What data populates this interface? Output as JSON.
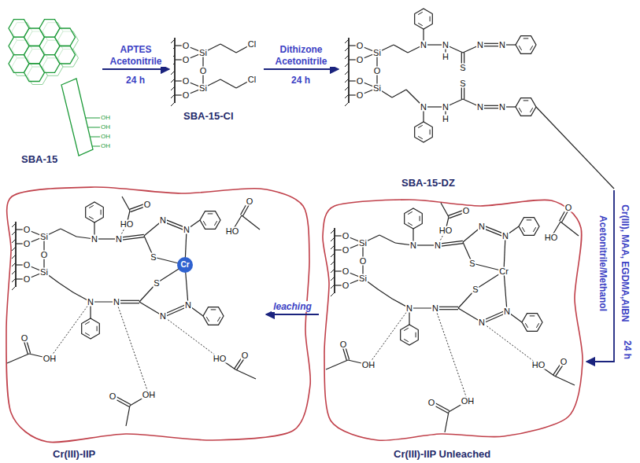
{
  "diagram": {
    "nodes": [
      {
        "text": [
          "SBA-15"
        ]
      },
      {
        "text": [
          "SBA-15-Cl"
        ]
      },
      {
        "text": [
          "SBA-15-DZ"
        ]
      },
      {
        "text": [
          "Cr(III)-IIP"
        ]
      },
      {
        "text": [
          "Cr(III)-IIP Unleached"
        ]
      }
    ],
    "edges": [
      {
        "from": 0,
        "to": 1,
        "arrow": "to",
        "label": "APTES Acetonitrile"
      },
      {
        "from": 1,
        "to": 2,
        "arrow": "to",
        "label": "Dithizone Acetonitrile"
      },
      {
        "from": 2,
        "to": 4,
        "arrow": "to",
        "label": "Cr(III), MAA, EGDMA,AIBN Acetonitrile/Methanol"
      },
      {
        "from": 4,
        "to": 3,
        "arrow": "to",
        "label": "leaching"
      }
    ],
    "labels": [
      "OH",
      "OH",
      "OH",
      "OH",
      "24 h",
      "O",
      "O",
      "O",
      "O",
      "Si",
      "O",
      "Si",
      "Cl",
      "Cl",
      "24 h",
      "O",
      "O",
      "O",
      "O",
      "Si",
      "O",
      "Si",
      "N",
      "N",
      "H",
      "S",
      "N",
      "N",
      "N",
      "N",
      "H",
      "S",
      "N",
      "N",
      "24 h",
      "O",
      "O",
      "O",
      "O",
      "Si",
      "O",
      "Si",
      "N",
      "N",
      "N",
      "N",
      "S",
      "Cr",
      "N",
      "N",
      "S",
      "N",
      "N",
      "O",
      "HO",
      "O",
      "HO",
      "O",
      "OH",
      "O",
      "OH",
      "O",
      "HO",
      "O",
      "O",
      "O",
      "O",
      "Si",
      "O",
      "Si",
      "N",
      "N",
      "N",
      "N",
      "S",
      "Cr",
      "N",
      "N",
      "S",
      "N",
      "N",
      "O",
      "HO",
      "O",
      "HO",
      "O",
      "OH",
      "O",
      "OH",
      "O",
      "HO"
    ]
  }
}
